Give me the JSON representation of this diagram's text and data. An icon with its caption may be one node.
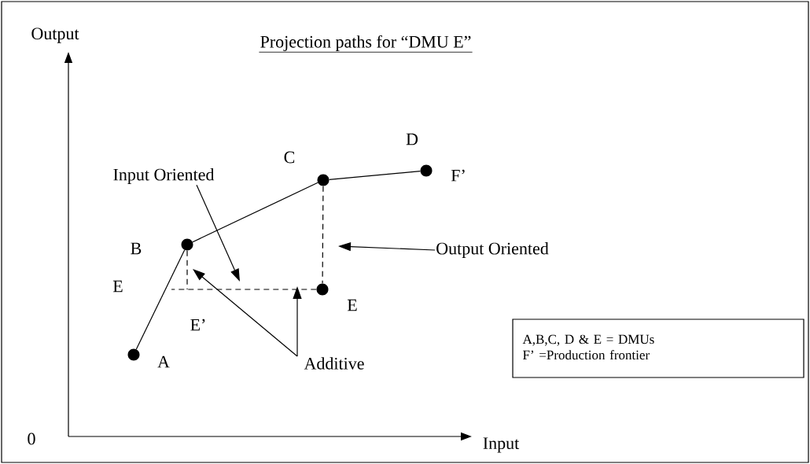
{
  "diagram": {
    "title": "Projection paths for “DMU E”",
    "nodes": [
      {
        "text": [
          "Input Oriented"
        ]
      },
      {
        "text": [],
        "shape": "circle",
        "beside": [
          "A"
        ]
      },
      {
        "text": [],
        "shape": "circle",
        "beside": [
          "B"
        ]
      },
      {
        "text": [],
        "shape": "circle",
        "beside": [
          "C"
        ]
      },
      {
        "text": [],
        "shape": "circle",
        "beside": [
          "D",
          "F’"
        ]
      },
      {
        "text": [],
        "shape": "circle",
        "beside": [
          "E"
        ]
      },
      {
        "text": [
          "Output Oriented"
        ]
      },
      {
        "text": [
          "Additive"
        ]
      },
      {
        "text": [
          "A,B,C, D & E = DMUs",
          "F’ =Production frontier"
        ]
      }
    ],
    "edges": [
      {
        "from": 1,
        "to": 2,
        "arrow": "none"
      },
      {
        "from": 2,
        "to": 3,
        "arrow": "none"
      },
      {
        "from": 3,
        "to": 4,
        "arrow": "none"
      },
      {
        "from": 3,
        "to": 5,
        "arrow": "none",
        "style": "dashed"
      },
      {
        "from": 5,
        "to": null,
        "arrow": "none",
        "style": "dashed"
      },
      {
        "from": 2,
        "to": null,
        "arrow": "none",
        "style": "dashed"
      },
      {
        "from": 0,
        "to": null,
        "arrow": "to"
      },
      {
        "from": 6,
        "to": null,
        "arrow": "to"
      },
      {
        "from": 7,
        "to": null,
        "arrow": "to"
      },
      {
        "from": 7,
        "to": null,
        "arrow": "to"
      }
    ],
    "labels": [
      "Output",
      "E",
      "E’",
      "0",
      "Input"
    ]
  }
}
